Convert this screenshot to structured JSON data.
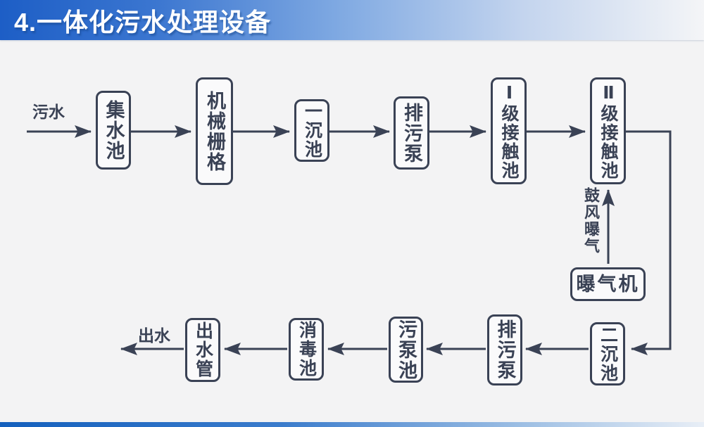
{
  "header": {
    "title": "4.一体化污水处理设备"
  },
  "flow": {
    "inlet_label": "污水",
    "outlet_label": "出水",
    "aeration_arrow_label": "鼓风曝气",
    "top_row": [
      {
        "label": "集水池"
      },
      {
        "label": "机械栅格"
      },
      {
        "label": "一沉池"
      },
      {
        "label": "排污泵"
      },
      {
        "label": "Ⅰ级接触池"
      },
      {
        "label": "Ⅱ级接触池"
      }
    ],
    "bottom_row": [
      {
        "label": "二沉池"
      },
      {
        "label": "排污泵"
      },
      {
        "label": "污泵池"
      },
      {
        "label": "消毒池"
      },
      {
        "label": "出水管"
      }
    ],
    "aerator": {
      "label": "曝气机"
    },
    "connections": [
      "污水 → 集水池 → 机械栅格 → 一沉池 → 排污泵 → Ⅰ级接触池 → Ⅱ级接触池",
      "Ⅱ级接触池 → 二沉池 → 排污泵 → 污泵池 → 消毒池 → 出水管 → 出水",
      "曝气机 →(鼓风曝气)→ Ⅱ级接触池"
    ]
  },
  "colors": {
    "header_blue": "#1d5ec6",
    "accent_navy": "#3a4255",
    "background": "#f3f3f4",
    "footer_blue": "#1460bd",
    "node_fill": "#fafafb"
  }
}
